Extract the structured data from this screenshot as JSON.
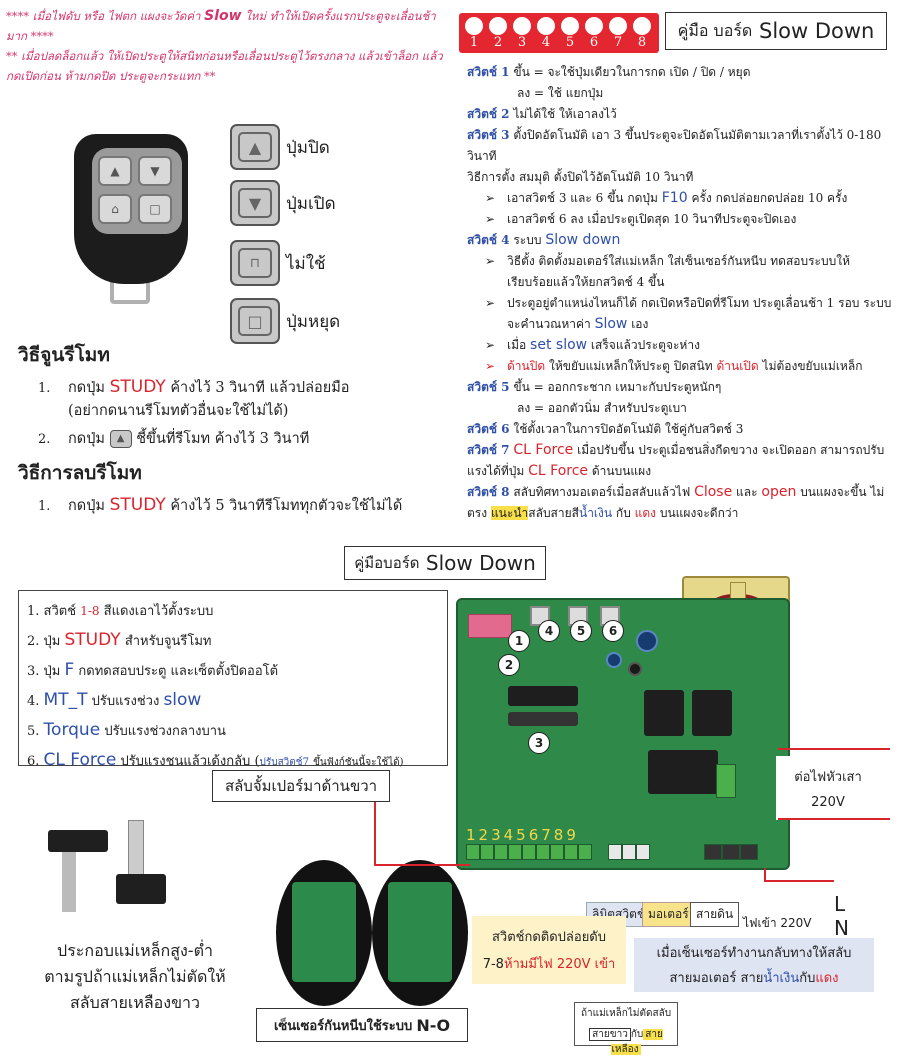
{
  "notes": {
    "line1": "**** เมื่อไฟดับ หรือ ไฟตก แผงจะวัดค่า",
    "line1_kw": "Slow",
    "line1_tail": "ใหม่ ทำให้เปิดครั้งแรกประตูจะเลื่อนช้า มาก ****",
    "line2": "** เมื่อปลดล็อกแล้ว ให้เปิดประตูให้สนิทก่อนหรือเลื่อนประตูไว้ตรงกลาง แล้วเข้าล็อก แล้ว กดเปิดก่อน ห้ามกดปิด ประตูจะกระแทก **"
  },
  "remote_buttons": [
    {
      "label": "ปุ่มปิด",
      "icon": "triangle-up-icon",
      "glyph": "▲"
    },
    {
      "label": "ปุ่มเปิด",
      "icon": "triangle-down-icon",
      "glyph": "▼"
    },
    {
      "label": "ไม่ใช้",
      "icon": "lock-icon",
      "glyph": "🔒"
    },
    {
      "label": "ปุ่มหยุด",
      "icon": "square-icon",
      "glyph": "□"
    }
  ],
  "pairing": {
    "title": "วิธีจูนรีโมท",
    "step1_num": "1.",
    "step1_pre": "กดปุ่ม",
    "step1_kw": "STUDY",
    "step1_post": "ค้างไว้ 3 วินาที แล้วปล่อยมือ",
    "step1_note": "(อย่ากดนานรีโมทตัวอื่นจะใช้ไม่ได้)",
    "step2_num": "2.",
    "step2_pre": "กดปุ่ม",
    "step2_post": "ชี้ขึ้นที่รีโมท ค้างไว้ 3 วินาที"
  },
  "delete": {
    "title": "วิธีการลบรีโมท",
    "step1_num": "1.",
    "step1_pre": "กดปุ่ม",
    "step1_kw": "STUDY",
    "step1_post": "ค้างไว้ 5 วินาทีรีโมททุกตัวจะใช้ไม่ได้"
  },
  "dip_numbers": [
    "1",
    "2",
    "3",
    "4",
    "5",
    "6",
    "7",
    "8"
  ],
  "title_top_pre": "คู่มือ บอร์ด",
  "title_top_kw": "Slow Down",
  "switches": {
    "s1_label": "สวิตช์ 1",
    "s1_text": "ขึ้น = จะใช้ปุ่มเดียวในการกด เปิด / ปิด / หยุด",
    "s1_text2": "ลง = ใช้ แยกปุ่ม",
    "s2_label": "สวิตช์ 2",
    "s2_text": "ไม่ได้ใช้ ให้เอาลงไว้",
    "s3_label": "สวิตช์ 3",
    "s3_text": "ตั้งปิดอัตโนมัติ เอา 3 ขึ้นประตูจะปิดอัตโนมัติตามเวลาที่เราตั้งไว้ 0-180 วินาที",
    "s3_text2": "วิธีการตั้ง สมมุติ ตั้งปิดไว้อัตโนมัติ 10 วินาที",
    "s3_b1_pre": "เอาสวิตช์ 3 และ 6 ขึ้น กดปุ่ม",
    "s3_b1_kw": "F10",
    "s3_b1_post": "ครั้ง กดปล่อยกดปล่อย 10 ครั้ง",
    "s3_b2": "เอาสวิตช์ 6 ลง เมื่อประตูเปิดสุด 10 วินาทีประตูจะปิดเอง",
    "s4_label": "สวิตช์ 4",
    "s4_pre": "ระบบ",
    "s4_kw": "Slow down",
    "s4_b1": "วิธีตั้ง ติดตั้งมอเตอร์ใส่แม่เหล็ก ใส่เซ็นเซอร์กันหนีบ ทดสอบระบบให้ เรียบร้อยแล้วให้ยกสวิตช์ 4 ขึ้น",
    "s4_b2_pre": "ประตูอยู่ตำแหน่งไหนก็ได้ กดเปิดหรือปิดที่รีโมท ประตูเลื่อนช้า 1 รอบ ระบบจะคำนวณหาค่า",
    "s4_b2_kw": "Slow",
    "s4_b2_post": "เอง",
    "s4_b3_pre": "เมื่อ",
    "s4_b3_kw": "set slow",
    "s4_b3_post": "เสร็จแล้วประตูจะห่าง",
    "s4_b4_kw": "ด้านปิด",
    "s4_b4_mid": "ให้ขยับแม่เหล็กให้ประตู ปิดสนิท",
    "s4_b4_kw2": "ด้านเปิด",
    "s4_b4_post": "ไม่ต้องขยับแม่เหล็ก",
    "s5_label": "สวิตช์ 5",
    "s5_text": "ขึ้น = ออกกระชาก เหมาะกับประตูหนักๆ",
    "s5_text2": "ลง = ออกตัวนิ่ม สำหรับประตูเบา",
    "s6_label": "สวิตช์ 6",
    "s6_text": "ใช้ตั้งเวลาในการปิดอัตโนมัติ ใช้คู่กับสวิตช์ 3",
    "s7_label": "สวิตช์ 7",
    "s7_kw": "CL Force",
    "s7_text": "เมื่อปรับขึ้น ประตูเมื่อชนสิ่งกีดขวาง จะเปิดออก สามารถปรับ",
    "s7_text2_pre": "แรงได้ที่ปุ่ม",
    "s7_text2_kw": "CL Force",
    "s7_text2_post": "ด้านบนแผง",
    "s8_label": "สวิตช์ 8",
    "s8_pre": "สลับทิศทางมอเตอร์เมื่อสลับแล้วไฟ",
    "s8_kw1": "Close",
    "s8_and": "และ",
    "s8_kw2": "open",
    "s8_post": "บนแผงจะขึ้น ไม่",
    "s8_l2_pre": "ตรง",
    "s8_l2_hl": "แนะนำ",
    "s8_l2_mid": "สลับสายสี",
    "s8_l2_blue": "น้ำเงิน",
    "s8_l2_with": "กับ",
    "s8_l2_red": "แดง",
    "s8_l2_post": "บนแผงจะดีกว่า"
  },
  "title_bottom_pre": "คู่มือบอร์ด",
  "title_bottom_kw": "Slow Down",
  "legend": {
    "i1_pre": "1. สวิตช์",
    "i1_kw": "1-8",
    "i1_post": "สีแดงเอาไว้ตั้งระบบ",
    "i2_pre": "2. ปุ่ม",
    "i2_kw": "STUDY",
    "i2_post": "สำหรับจูนรีโมท",
    "i3_pre": "3. ปุ่ม",
    "i3_kw": "F",
    "i3_post": "กดทดสอบประตู และเซ็ตตั้งปิดออโต้",
    "i4_pre": "4.",
    "i4_kw": "MT_T",
    "i4_mid": "ปรับแรงช่วง",
    "i4_kw2": "slow",
    "i5_pre": "5.",
    "i5_kw": "Torque",
    "i5_post": "ปรับแรงช่วงกลางบาน",
    "i6_pre": "6.",
    "i6_kw": "CL Force",
    "i6_post": "ปรับแรงชนแล้วเด้งกลับ (",
    "i6_paren": "ปรับสวิตช์7",
    "i6_tail": "ขึ้นฟังก์ชันนี้จะใช้ได้)"
  },
  "labels": {
    "jumper": "สลับจั้มเปอร์มาด้านขวา",
    "head_light": "ต่อไฟหัวเสา",
    "head_light_v": "220V",
    "limit_switch": "ลิมิตสวิตช์",
    "motor": "มอเตอร์",
    "ground": "สายดิน",
    "power_in": "ไฟเข้า 220V",
    "L": "L",
    "N": "N",
    "sensor_caption_pre": "เซ็นเซอร์กันหนีบใช้ระบบ",
    "sensor_caption_kw": "N-O",
    "push_switch": "สวิตช์กดติดปล่อยดับ",
    "push_switch_l2_pre": "7-8",
    "push_switch_l2_red": "ห้ามมีไฟ 220V เข้า",
    "swap_l1": "เมื่อเซ็นเซอร์ทำงานกลับทางให้สลับ",
    "swap_l2_pre": "สายมอเตอร์ สาย",
    "swap_l2_blue": "น้ำเงิน",
    "swap_l2_mid": "กับ",
    "swap_l2_red": "แดง",
    "magnet_note_l1": "ถ้าแม่เหล็กไม่ตัดสลับ",
    "magnet_note_l2_a": "สายขาว",
    "magnet_note_l2_b": "กับ",
    "magnet_note_l2_c": "สายเหลือง",
    "magnet_caption_l1": "ประกอบแม่เหล็กสูง-ต่ำ",
    "magnet_caption_l2": "ตามรูปถ้าแม่เหล็กไม่ตัดให้",
    "magnet_caption_l3": "สลับสายเหลืองขาว",
    "terminal_numbers": "123456789",
    "board_badges": [
      "1",
      "2",
      "3",
      "4",
      "5",
      "6"
    ]
  },
  "colors": {
    "accent_red": "#d9232d",
    "accent_blue": "#2f4fa8",
    "note_pink": "#d6336c",
    "board_green": "#2f8a4a",
    "highlight_yellow": "#f8e04a"
  }
}
